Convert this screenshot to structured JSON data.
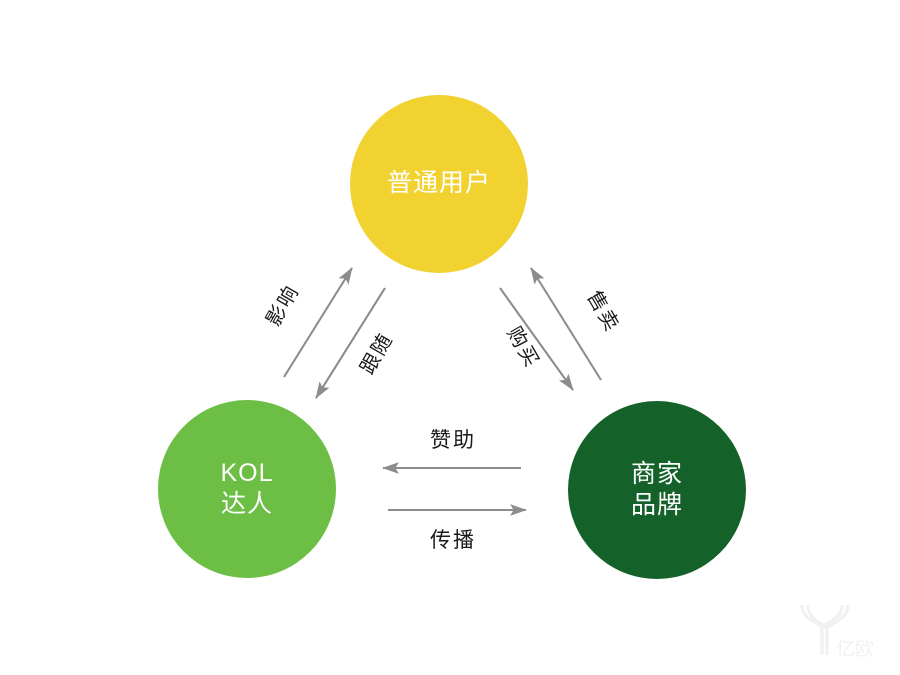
{
  "diagram": {
    "type": "triangle-relationship-diagram",
    "background_color": "#ffffff",
    "nodes": [
      {
        "id": "user",
        "lines": [
          "普通用户"
        ],
        "color": "#f2d230",
        "text_color": "#ffffff",
        "position": "top-center"
      },
      {
        "id": "kol",
        "lines": [
          "KOL",
          "达人"
        ],
        "color": "#6dbe45",
        "text_color": "#ffffff",
        "position": "bottom-left"
      },
      {
        "id": "brand",
        "lines": [
          "商家",
          "品牌"
        ],
        "color": "#14622a",
        "text_color": "#ffffff",
        "position": "bottom-right"
      }
    ],
    "edges": [
      {
        "id": "influence",
        "label": "影响",
        "from": "kol",
        "to": "user",
        "orientation": "diagonal-up-right"
      },
      {
        "id": "follow",
        "label": "跟随",
        "from": "user",
        "to": "kol",
        "orientation": "diagonal-down-left"
      },
      {
        "id": "sell",
        "label": "售卖",
        "from": "brand",
        "to": "user",
        "orientation": "diagonal-up-left"
      },
      {
        "id": "buy",
        "label": "购买",
        "from": "user",
        "to": "brand",
        "orientation": "diagonal-down-right"
      },
      {
        "id": "sponsor",
        "label": "赞助",
        "from": "brand",
        "to": "kol",
        "orientation": "horizontal-left"
      },
      {
        "id": "spread",
        "label": "传播",
        "from": "kol",
        "to": "brand",
        "orientation": "horizontal-right"
      }
    ],
    "arrow_color": "#8c8c8c",
    "label_color": "#1a1a1a"
  },
  "watermark": {
    "name": "yiou-logo-watermark",
    "text": "亿欧",
    "color": "#f2f2f2"
  }
}
